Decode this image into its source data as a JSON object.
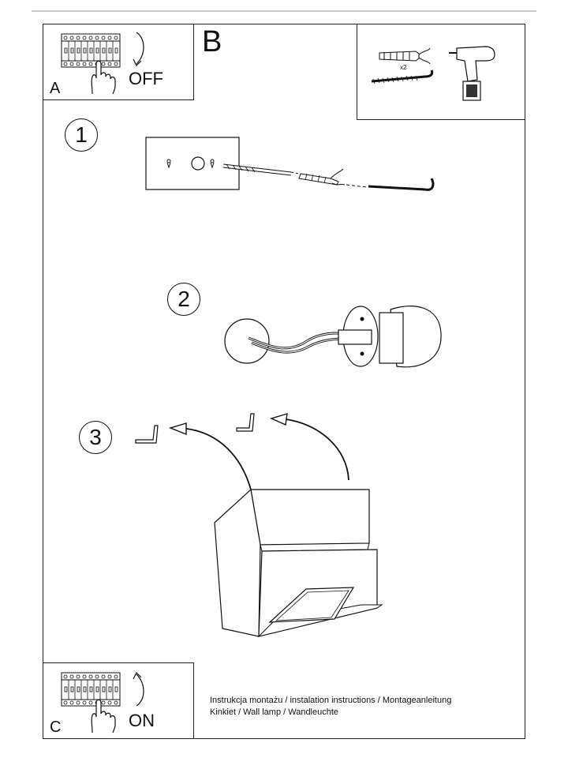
{
  "panels": {
    "a": {
      "letter": "A",
      "state": "OFF"
    },
    "b": {
      "letter": "B",
      "quantity": "x2"
    },
    "c": {
      "letter": "C",
      "state": "ON"
    }
  },
  "steps": [
    "1",
    "2",
    "3"
  ],
  "footer": {
    "line1": "Instrukcja montażu / instalation instructions / Montageanleitung",
    "line2": "Kinkiet / Wall lamp / Wandleuchte"
  },
  "icons": [
    "breaker-icon",
    "hand-icon",
    "rotate-ccw-arrow-icon",
    "rotate-cw-arrow-icon",
    "wall-plug-icon",
    "hook-screw-icon",
    "drill-icon",
    "bracket-icon",
    "junction-box-icon",
    "lamp-socket-icon",
    "lamp-body-icon"
  ]
}
